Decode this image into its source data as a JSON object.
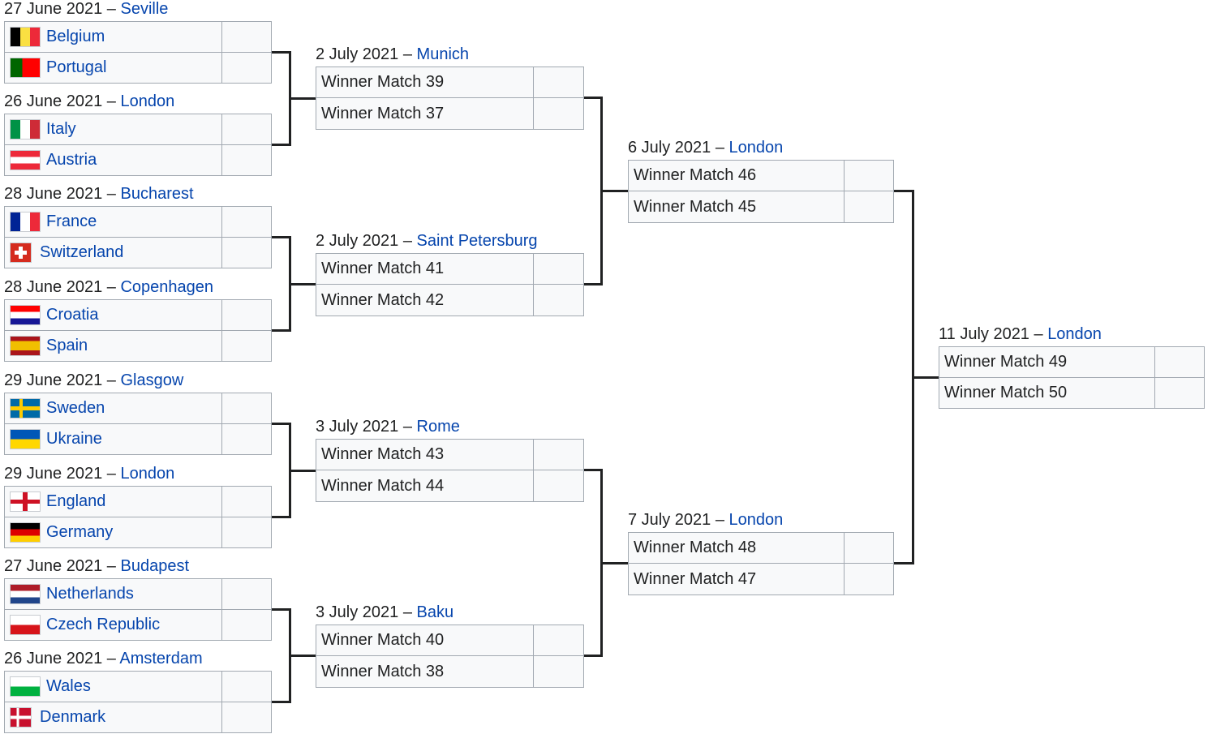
{
  "rounds": {
    "r16": [
      {
        "date": "27 June 2021",
        "city": "Seville",
        "teams": [
          {
            "name": "Belgium",
            "flag": "belgium-flag-icon"
          },
          {
            "name": "Portugal",
            "flag": "portugal-flag-icon"
          }
        ]
      },
      {
        "date": "26 June 2021",
        "city": "London",
        "teams": [
          {
            "name": "Italy",
            "flag": "italy-flag-icon"
          },
          {
            "name": "Austria",
            "flag": "austria-flag-icon"
          }
        ]
      },
      {
        "date": "28 June 2021",
        "city": "Bucharest",
        "teams": [
          {
            "name": "France",
            "flag": "france-flag-icon"
          },
          {
            "name": "Switzerland",
            "flag": "switzerland-flag-icon"
          }
        ]
      },
      {
        "date": "28 June 2021",
        "city": "Copenhagen",
        "teams": [
          {
            "name": "Croatia",
            "flag": "croatia-flag-icon"
          },
          {
            "name": "Spain",
            "flag": "spain-flag-icon"
          }
        ]
      },
      {
        "date": "29 June 2021",
        "city": "Glasgow",
        "teams": [
          {
            "name": "Sweden",
            "flag": "sweden-flag-icon"
          },
          {
            "name": "Ukraine",
            "flag": "ukraine-flag-icon"
          }
        ]
      },
      {
        "date": "29 June 2021",
        "city": "London",
        "teams": [
          {
            "name": "England",
            "flag": "england-flag-icon"
          },
          {
            "name": "Germany",
            "flag": "germany-flag-icon"
          }
        ]
      },
      {
        "date": "27 June 2021",
        "city": "Budapest",
        "teams": [
          {
            "name": "Netherlands",
            "flag": "netherlands-flag-icon"
          },
          {
            "name": "Czech Republic",
            "flag": "czech-republic-flag-icon"
          }
        ]
      },
      {
        "date": "26 June 2021",
        "city": "Amsterdam",
        "teams": [
          {
            "name": "Wales",
            "flag": "wales-flag-icon"
          },
          {
            "name": "Denmark",
            "flag": "denmark-flag-icon"
          }
        ]
      }
    ],
    "qf": [
      {
        "date": "2 July 2021",
        "city": "Munich",
        "teams": [
          "Winner Match 39",
          "Winner Match 37"
        ]
      },
      {
        "date": "2 July 2021",
        "city": "Saint Petersburg",
        "teams": [
          "Winner Match 41",
          "Winner Match 42"
        ]
      },
      {
        "date": "3 July 2021",
        "city": "Rome",
        "teams": [
          "Winner Match 43",
          "Winner Match 44"
        ]
      },
      {
        "date": "3 July 2021",
        "city": "Baku",
        "teams": [
          "Winner Match 40",
          "Winner Match 38"
        ]
      }
    ],
    "sf": [
      {
        "date": "6 July 2021",
        "city": "London",
        "teams": [
          "Winner Match 46",
          "Winner Match 45"
        ]
      },
      {
        "date": "7 July 2021",
        "city": "London",
        "teams": [
          "Winner Match 48",
          "Winner Match 47"
        ]
      }
    ],
    "final": [
      {
        "date": "11 July 2021",
        "city": "London",
        "teams": [
          "Winner Match 49",
          "Winner Match 50"
        ]
      }
    ]
  },
  "separator": " – ",
  "colors": {
    "link": "#0645ad",
    "cell_bg": "#f8f9fa",
    "cell_border": "#a2a9b1",
    "line": "#202122"
  }
}
